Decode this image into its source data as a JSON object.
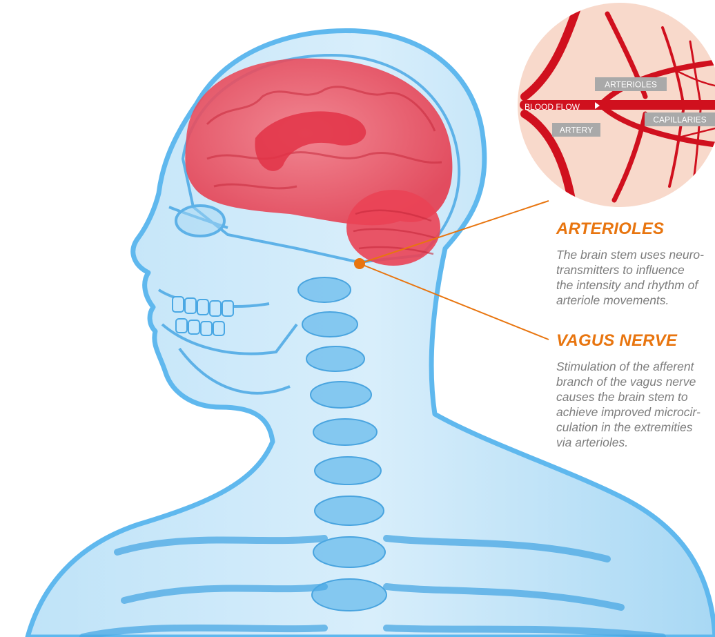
{
  "inset": {
    "labels": {
      "arterioles": "ARTERIOLES",
      "blood_flow": "BLOOD FLOW",
      "artery": "ARTERY",
      "capillaries": "CAPILLARIES"
    }
  },
  "callouts": {
    "arterioles": {
      "title": "ARTERIOLES",
      "lines": [
        "The brain stem uses neuro-",
        "transmitters to influence",
        "the intensity and rhythm of",
        "arteriole movements."
      ]
    },
    "vagus_nerve": {
      "title": "VAGUS NERVE",
      "lines": [
        "Stimulation of the afferent",
        "branch of the vagus nerve",
        "causes the brain stem to",
        "achieve improved microcir-",
        "culation in the extremities",
        "via arterioles."
      ]
    }
  },
  "colors": {
    "accent": "#e8750f",
    "artery_red": "#d0101e",
    "inset_background": "#f8d9cb",
    "label_grey": "#a9a9a9",
    "body_blue": "#5fb8ee",
    "brain_red": "#ee4a5a"
  }
}
